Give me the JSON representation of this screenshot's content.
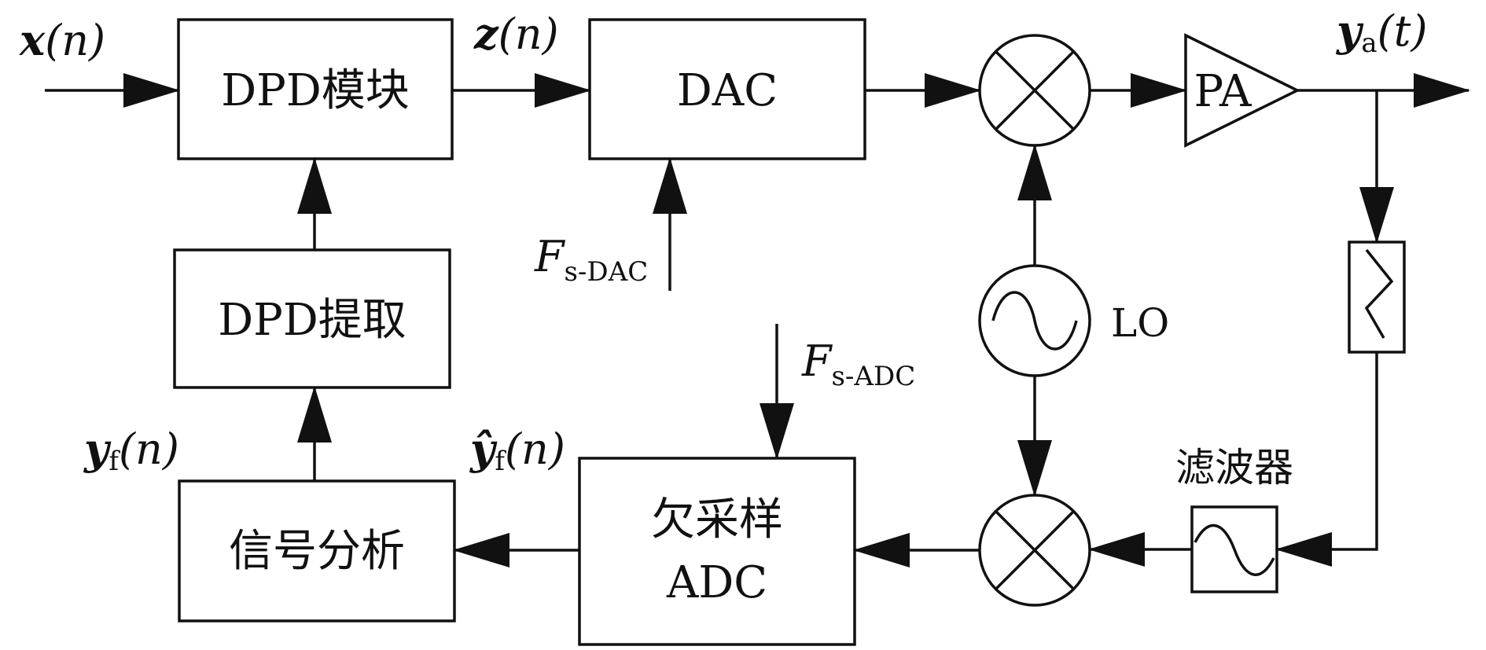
{
  "blocks": {
    "dpd_module": "DPD模块",
    "dac": "DAC",
    "pa": "PA",
    "dpd_extract": "DPD提取",
    "signal_analysis": "信号分析",
    "undersample_line1": "欠采样",
    "undersample_line2": "ADC",
    "lo": "LO",
    "filter": "滤波器"
  },
  "signals": {
    "x": {
      "sym": "x",
      "arg": "(n)"
    },
    "z": {
      "sym": "z",
      "arg": "(n)"
    },
    "ya": {
      "sym": "y",
      "sub": "a",
      "arg": "(t)"
    },
    "yf": {
      "sym": "y",
      "sub": "f",
      "arg": "(n)"
    },
    "yf_hat": {
      "sym": "ŷ",
      "sub": "f",
      "arg": "(n)"
    },
    "fs_dac": {
      "sym": "F",
      "sub": "s-DAC"
    },
    "fs_adc": {
      "sym": "F",
      "sub": "s-ADC"
    }
  },
  "colors": {
    "stroke": "#111111",
    "background": "#ffffff"
  }
}
